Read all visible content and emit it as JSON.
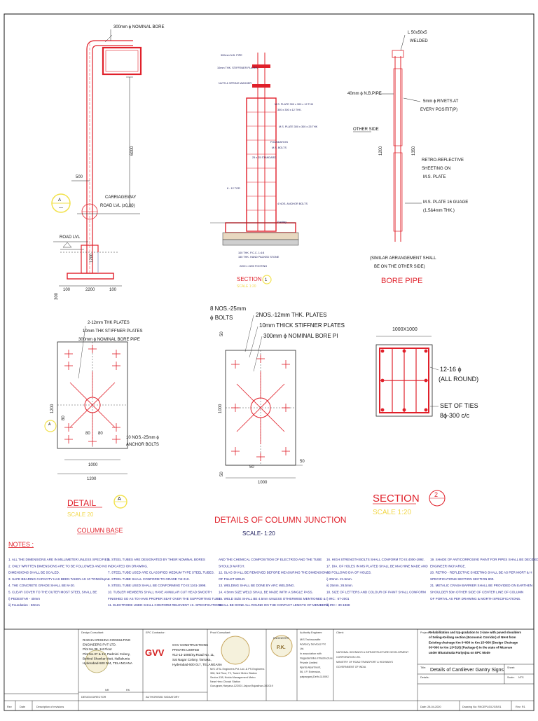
{
  "drawing": {
    "colors": {
      "steel": "#e0202a",
      "annotation": "#202060",
      "outline": "#222222",
      "title_marker": "#f2e24b"
    },
    "elevation": {
      "bore_label": "300mm ϕ NOMINAL BORE",
      "height_dim": "6000",
      "offset_dim": "500",
      "carriageway_label_1": "CARRIAGEWAY",
      "carriageway_label_2": "ROAD LVL (±0.00)",
      "road_lvl": "ROAD LVL",
      "depth_dim": "1200",
      "base_dims": [
        "100",
        "2200",
        "100"
      ],
      "side_dim": "300",
      "marker_letter": "A",
      "marker_sub": "—"
    },
    "section1": {
      "title": "SECTION",
      "number": "1",
      "scale": "SCALE 1:20",
      "labels": [
        "300mm N.B. PIPE",
        "10mm THK. STIFFENER PLATES",
        "NUTS & SPRING WASHER",
        "M.S. PLATE 300 x 300 x 12 THK",
        "300 x 300 x 12 THK.",
        "M.S. PLATE 300 x 300 x 25 THK",
        "4 NOS. ANCHOR BOLTS",
        "25 x 25 STANDARD",
        "FOUNDATION",
        "M.S. BOLTS",
        "8 - 12 TOR",
        "Footing",
        "100 THK. P.C.C. 1:4:8",
        "150 THK. HAND PACKED STONE",
        "2200 x 2200 FOOTING"
      ]
    },
    "bore_pipe": {
      "title": "BORE PIPE",
      "angle": "L 50x50x5",
      "welded": "WELDED",
      "pipe": "40mm ϕ N.B.PIPE",
      "rivets": "5mm ϕ RIVETS AT",
      "rivets2": "EVERY POSITIT(P)",
      "other_side": "OTHER SIDE",
      "dim_left": "1200",
      "dim_right": "1350",
      "retro_1": "RETRO-REFLECTIVE",
      "retro_2": "SHEETING ON",
      "retro_3": "M.S. PLATE",
      "plate_1": "M.S. PLATE 16 GUAGE",
      "plate_2": "(1.5&4mm THK.)",
      "note_1": "(SIMILAR ARRANGEMENT SHALL",
      "note_2": "BE ON THE OTHER SIDE)"
    },
    "detail_a": {
      "labels": [
        "2-12mm THK PLATES",
        "10mm THK STIFFNER PLATES",
        "300mm ϕ NOMINAL BORE PIPE"
      ],
      "anchor_1": "10 NOS.-25mm ϕ",
      "anchor_2": "ANCHOR BOLTS",
      "dims": {
        "inner": "80",
        "inner2": "80",
        "side": "1200",
        "side_inner": "80",
        "w_inner": "1000",
        "w_outer": "1200"
      },
      "title": "DETAIL",
      "letter": "A",
      "scale": "SCALE 20",
      "subtitle": "COLUMN BASE",
      "side_mark": "—",
      "side_letter": "A"
    },
    "junction": {
      "bolts_1": "8 NOS.-25mm",
      "bolts_2": "ϕ BOLTS",
      "plates": "2NOS.-12mm THK. PLATES",
      "stiff": "10mm THICK STIFFNER PLATES",
      "pipe": "300mm ϕ NOMINAL BORE PI",
      "dims": {
        "top": "50",
        "side": "1000",
        "bottom_left": "50",
        "bottom_mid": "50",
        "bottom_right": "50",
        "width": "1000"
      },
      "title": "DETAILS OF COLUMN JUNCTION",
      "scale": "SCALE- 1:20"
    },
    "section2": {
      "size": "1000X1000",
      "bars_1": "12-16 ϕ",
      "bars_2": "(ALL ROUND)",
      "ties_1": "SET OF TIES",
      "ties_2": "8ϕ-300 c/c",
      "title": "SECTION",
      "number": "2",
      "scale": "SCALE 1:20"
    }
  },
  "notes": {
    "heading": "NOTES :",
    "col1": [
      "1. ALL THE DIMENSIONS ARE IN MILLIMETER UNLESS SPECIFIED.",
      "2. ONLY WRITTEN DIMENSIONS ARE TO BE FOLLOWED AND NO",
      "   DIMENSIONS SHALL BE SCALED.",
      "3. SAFE BEARING CAPACITY HAS BEEN TAKEN AS 10 TONS/Sqm.",
      "4. THE CONCRETE GRADE SHALL BE M-20.",
      "5. CLEAR COVER TO THE OUTER MOST STEEL SHALL BE",
      "   i) PEDESTAR  -  40mm",
      "   ii) Foundation  -  50mm"
    ],
    "col2": [
      "6. STEEL TUBES ARE DESIGNATED BY THEIR NOMINAL BORES",
      "   INDICATED ON DRAWING.",
      "7. STEEL TUBE USED ARE CLASSIFIED MEDIUM TYPE STEEL TUBES.",
      "8. STEEL TUBE SHALL CONFORM TO GRADE Yst 210.",
      "9. STEEL TUBE USED SHALL BE CONFORMING TO IS:1161-1998.",
      "10. TUBLER MEMBERS SHALL HAVE ANNULAR CUT HEAD SMOOTH",
      "    FINISHED SO AS TO HAVE PROPER SEAT OVER THE SUPPORTING TUBE.",
      "11. ELECTRODE USED SHALL CONFORM RELEVENT I.S. SPECIFICATIONS"
    ],
    "col3": [
      "AND THE CHEMICAL COMPOSITION OF ELECTROD AND THE TUBE",
      "SHOULD MATCH.",
      "12. SLAG SHALL BE REMOVED BEFORE MEASURING THE DIMENSIONS",
      "    OF FILLET WELD.",
      "13. WELDING SHALL BE DONE BY ARC WELDING.",
      "14. 4.5mm SIZE WELD SHALL BE MADE WITH A SINGLE PASS.",
      "15. WELD SIZE SHALL BE 4.5mm UNLESS OTHERWISE MENTIONED &",
      "    SHALL BE DONE ALL ROUND ON THE CONTACT LENGTH OF MEMBERS."
    ],
    "col4": [
      "16. HIGH STRENGTH BOLTS SHALL CONFORM TO IS:4000-1992.",
      "17. DIA. OF HOLES IN MS PLATED SHALL BE MACHINE MADE AND",
      "    AS FOLLOWS DIA OF HOLES.",
      "    i) 20mm. 21.5mm.",
      "    ii) 25mm. 26.5mm.",
      "18. SIZE OF LETTERS AND COLOUR OF PAINT SHALL CONFORM",
      "    i) IRC : 67-2001",
      "    ii) IRC : 30-1968"
    ],
    "col5": [
      "19. SHADE OF ANTICORROSIVE PAINT FOR PIPES SHALL BE DECIDED",
      "    ENGINEER INCHARGE.",
      "20. RETRO - REFLECTIVE SHEETING SHALL BE AS PER MORT & H",
      "    SPECIFICATIONS SECTION SECTION 800.",
      "21. METALIC CRASH BARRIER SHALL BE PROVIDED ON EARTHEN",
      "    SHOULDER 50m OTHER SIDE OF CENTER LINE OF COLUMN",
      "    OF PORTAL AS PER DRAWING & MORTH SPECIFICATIONS."
    ]
  },
  "titleblock": {
    "design_consultant_hdr": "Design Consultant:",
    "design_consultant": [
      "RADHA KRISHNA CONSULTING",
      "ENGINEERS PVT LTD.",
      "Plot No.38, 1st Floor",
      "Plot No.37 & 1V, Padmini Colony,",
      "Behind Shankar Mutt, Nallakunta",
      "Hyderabad-500 044, TELANGANA"
    ],
    "epc_hdr": "EPC Contractor:",
    "epc": [
      "GVV CONSTRUCTIONS",
      "PRIVATE LIMITED",
      "#12-13-1085/Sy.Road No. 11,",
      "Sai Nagar Colony, Tarnaka,",
      "Hyderabad-500 017, TELANGANA"
    ],
    "epc_logo": "GVV",
    "authority_hdr": "Authority Engineer:",
    "authority": [
      "M/S Technocrafte",
      "Advisory Services Pvt",
      "Ltd.",
      "In association with",
      "Nagadambika Infrastructure",
      "Private Limited",
      "Ajanta Apartment,",
      "56, I.P. Extension,",
      "patparganj,Delhi-110092"
    ],
    "proof_hdr": "Proof Consultant:",
    "proof": [
      "M/S LTSL Engineers Pvt. Ltd. & PS Engineers",
      "308, 3rd Floor, T2, Tower/ Metro Station",
      "Sector-138, Noida Management Metro",
      "Near Hero Chowk Station",
      "Gurugram,Haryana-122001 Jaipur,Rajasthan-302019"
    ],
    "client_hdr": "Client:",
    "client": [
      "NATIONAL HIGHWAYS & INFRASTRUCTURE DEVELOPMENT",
      "CORPORATION LTD.",
      "MINISTRY OF ROAD TRANSPORT & HIGHWAYS",
      "GOVERNMENT OF INDIA"
    ],
    "project_hdr": "Project:",
    "project": [
      "Rehabilitation and Up-gradation to 2-lane with paved shoulders",
      "of Seling-Keifang section (Economic Corridor) of NH-6 from",
      "Existing chainage Km 0+000 to Km 15+000 (Design Chainage",
      "00+000 to Km 13+510) (Package-I) in the state of Mizoram",
      "under Bharatmala Pariyojna on EPC Mode"
    ],
    "title_hdr": "Title:",
    "title": "Details of Cantilever Gantry Signs",
    "sheet_hdr": "Sheet:",
    "scale_hdr": "Scale:",
    "scale_val": "NTS",
    "details_hdr": "Details:",
    "date_label": "Date: 28-04-2020",
    "drawing_no": "Drawing No: RKCEPL/DC/GS/01",
    "rev_val": "Rev: R1",
    "rev_cols": [
      "Rev",
      "Date",
      "Description of revisions",
      "DESIGN DIRECTOR",
      "AUTHORISED SIGNATORY"
    ],
    "sig_marks": [
      "NR",
      "RK"
    ],
    "stamp_text": "ENGINEERS",
    "stamp_letters": "P.K."
  }
}
